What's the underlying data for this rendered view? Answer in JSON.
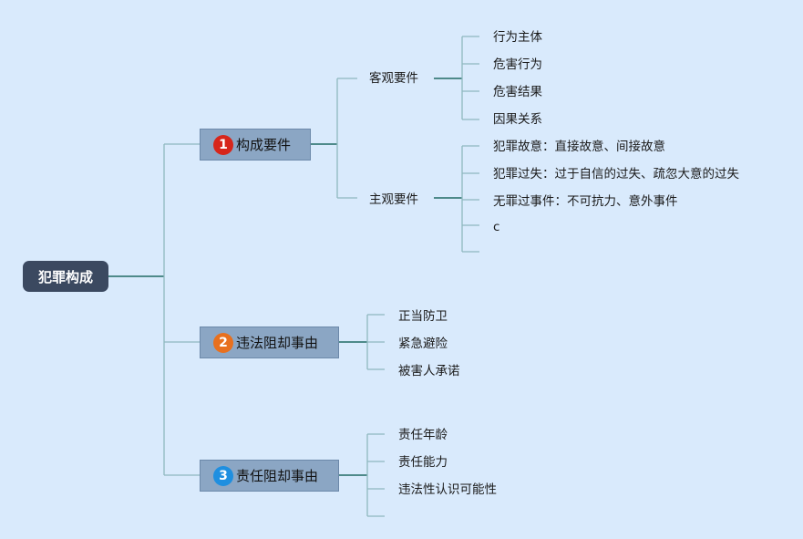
{
  "root": {
    "label": "犯罪构成"
  },
  "branches": [
    {
      "number": "1",
      "label": "构成要件",
      "badge_color": "#d7261b",
      "subbranches": [
        {
          "label": "客观要件",
          "items": [
            "行为主体",
            "危害行为",
            "危害结果",
            "因果关系"
          ]
        },
        {
          "label": "主观要件",
          "items": [
            "犯罪故意：直接故意、间接故意",
            "犯罪过失：过于自信的过失、疏忽大意的过失",
            "无罪过事件：不可抗力、意外事件",
            "c",
            ""
          ]
        }
      ]
    },
    {
      "number": "2",
      "label": "违法阻却事由",
      "badge_color": "#e8701e",
      "items": [
        "正当防卫",
        "紧急避险",
        "被害人承诺"
      ]
    },
    {
      "number": "3",
      "label": "责任阻却事由",
      "badge_color": "#1f8fe0",
      "items": [
        "责任年龄",
        "责任能力",
        "违法性认识可能性",
        ""
      ]
    }
  ],
  "colors": {
    "background": "#d9eafc",
    "connector": "#8fb8bf",
    "connector_dark": "#4e8a8a",
    "root_fill": "#3b4960",
    "main_fill": "#8ba6c4"
  }
}
